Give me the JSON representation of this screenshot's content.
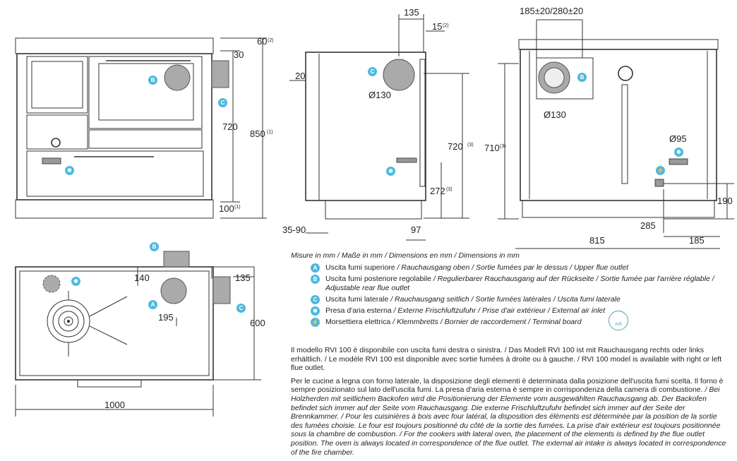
{
  "colors": {
    "badge": "#4db8e0",
    "line": "#333333"
  },
  "front_view": {
    "dims": {
      "d60": "60",
      "d60_sup": "(2)",
      "d30": "30",
      "d720": "720",
      "d850": "850",
      "d850_sup": "(1)",
      "d100": "100",
      "d100_sup": "(1)"
    },
    "badges": {
      "b": "B",
      "c": "C",
      "star": "✱"
    }
  },
  "side_view": {
    "dims": {
      "d135": "135",
      "d15": "15",
      "d15_sup": "(2)",
      "d20": "20",
      "d130": "Ø130",
      "d720": "720",
      "d720_sup": "(3)",
      "d272": "272",
      "d272_sup": "(3)",
      "d35_90": "35-90",
      "d97": "97"
    },
    "badges": {
      "c": "C",
      "star": "✱"
    }
  },
  "rear_view": {
    "dims": {
      "d185_280": "185±20/280±20",
      "d130": "Ø130",
      "d710": "710",
      "d710_sup": "(3)",
      "d95": "Ø95",
      "d190": "190",
      "d285": "285",
      "d815": "815",
      "d185": "185"
    },
    "badges": {
      "b": "B",
      "star": "✱",
      "plug": "⚡"
    }
  },
  "top_view": {
    "dims": {
      "d140": "140",
      "d135": "135",
      "d195": "195",
      "d600": "600",
      "d1000": "1000"
    },
    "badges": {
      "b": "B",
      "a": "A",
      "c": "C",
      "star": "✱"
    }
  },
  "legend": {
    "header": "Misure in mm / Maße in mm / Dimensions en mm / Dimensions in mm",
    "items": [
      {
        "badge": "A",
        "it": "Uscita fumi superiore",
        "rest": " / Rauchausgang oben  / Sortie fumées par le dessus / Upper flue outlet"
      },
      {
        "badge": "B",
        "it": "Uscita fumi posteriore regolabile",
        "rest": " /  Regulierbarer Rauchausgang auf der Rückseite / Sortie fumée par l'arrière réglable / Adjustable rear flue outlet"
      },
      {
        "badge": "C",
        "it": "Uscita fumi laterale",
        "rest": " / Rauchausgang seitlich  / Sortie fumées latérales / Uscita fumi laterale"
      },
      {
        "badge": "✱",
        "it": "Presa d'aria esterna",
        "rest": " / Externe Frischluftzufuhr / Prise d'air extérieur / External air inlet"
      },
      {
        "badge": "⚡",
        "it": "Morsettiera elettrica",
        "rest": " / Klemmbretts / Bornier de raccordement / Terminal board"
      }
    ],
    "air_label": "AIR"
  },
  "notes": {
    "p1": "Il modello RVI 100 è disponibile con uscita fumi destra o sinistra. / Das Modell RVI 100 ist mit Rauchausgang rechts oder links erhältlich. / Le modèle RVI 100 est disponible avec sortie fumées à droite ou à gauche. / RVI 100 model is available with right or left flue outlet.",
    "p2a": "Per le cucine a legna con forno laterale, la disposizione degli elementi è determinata dalla posizione dell'uscita fumi scelta. Il forno è sempre posizionato sul lato dell'uscita fumi. La presa d'aria esterna è sempre in corrispondenza della camera di combustione.",
    "p2b": " / Bei Holzherden mit seitlichem Backofen wird die Positionierung der Elemente vom ausgewählten Rauchausgang ab. Der Backofen befindet sich immer auf der Seite vom Rauchausgang. Die externe Frischluftzufuhr befindet sich immer auf der Seite der Brennkammer. / Pour les cuisinières à bois avec four latéral, la disposition des éléments est déterminée par la position de la sortie des fumées choisie. Le four est toujours positionné du côté de la sortie des fumées. La prise d'air extérieur est toujours positionnée sous la chambre de combustion. / For the cookers with lateral oven, the placement of the elements is defined by the flue outlet position. The oven is always located in correspondence of the flue outlet. The external air intake is always located in correspondence of the fire chamber."
  }
}
